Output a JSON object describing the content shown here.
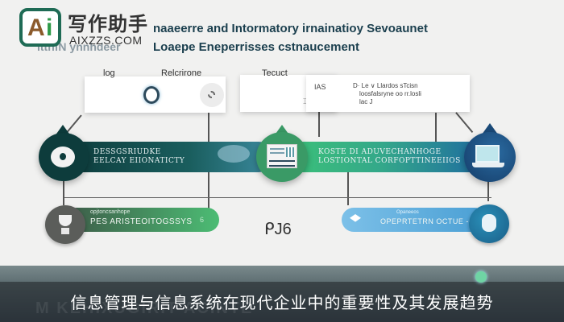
{
  "watermark": {
    "logo_a": "A",
    "logo_i": "i",
    "brand_cn": "写作助手",
    "brand_url": "AIXZZS.COM"
  },
  "title": {
    "line1": "naaeerre and Intormatory irnainatioy Sevoaunet",
    "line2": "Loaepe Eneperrisses cstnaucement",
    "ghost": "lttnfN  ynnhdeer"
  },
  "cards": [
    {
      "label": "log",
      "sub_label": "Relcrirone"
    },
    {
      "label": "Tecuct"
    },
    {
      "label": "IAS",
      "text_lines": [
        "D· Le ∨ Llardos sTcisn",
        "loosfalsryne oo rr.losli",
        "lac J"
      ]
    }
  ],
  "bands": [
    {
      "lines": [
        "DESSGSRIUDKE",
        "EELCAY EIIONATICTY"
      ],
      "color_start": "#0d3c3c",
      "color_end": "#2a7d78"
    },
    {
      "lines": [
        "KOSTE           DI ADUVECHANHOGE",
        "LOSTIONTAL CORFOPTTINEEIIOS"
      ],
      "color_start": "#3bbf7a",
      "color_end": "#1e6aa0"
    }
  ],
  "pills": [
    {
      "small": "opjtoncsanhope",
      "text": "PES ARISTEOITOGSSYS",
      "badge": "6"
    },
    {
      "small": "Opaneeos",
      "text": "OPEPRTETRN OCTUE -OSTE"
    }
  ],
  "center_mark": "ᑭJ6",
  "caption": {
    "text": "信息管理与信息系统在现代企业中的重要性及其发展趋势",
    "ghost": "M  KEHIXUGIRIT  ACINTE"
  },
  "colors": {
    "dark_teal": "#0d3c3c",
    "green": "#3a9a66",
    "navy": "#1a4a78",
    "pill_green": "#4cbc74",
    "pill_blue": "#5aaee0"
  }
}
